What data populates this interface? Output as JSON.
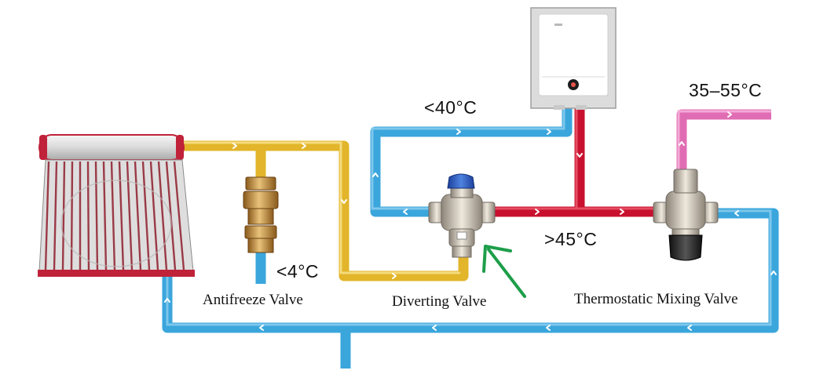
{
  "labels": {
    "antifreeze_valve": "Antifreeze Valve",
    "diverting_valve": "Diverting Valve",
    "thermostatic_mixing_valve": "Thermostatic Mixing Valve"
  },
  "temperatures": {
    "cold_limit": "<4°C",
    "heater_limit": "<40°C",
    "divert_limit": ">45°C",
    "mixed_output": "35–55°C"
  },
  "colors": {
    "cold_water_pipe": "#3aa6dc",
    "solar_hot_pipe": "#e2b52a",
    "hot_water_pipe": "#c8102e",
    "mixed_water_pipe": "#e06db4",
    "annotation_arrow": "#1e9e4a"
  }
}
